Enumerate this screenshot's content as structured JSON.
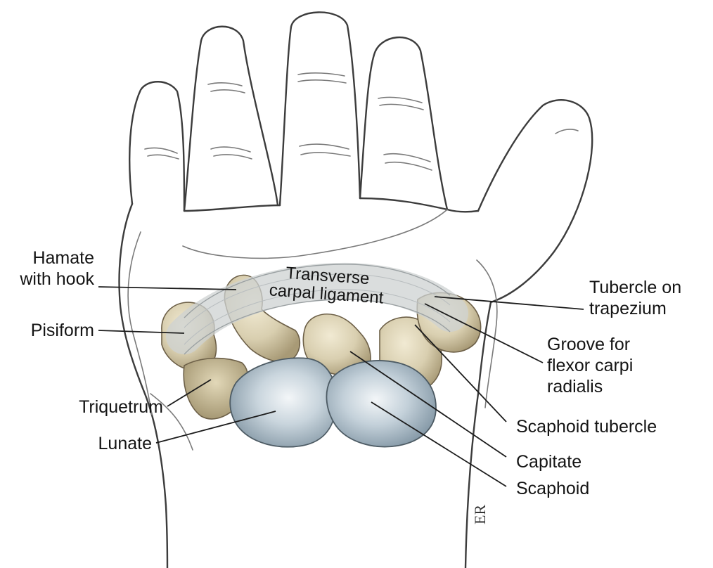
{
  "labels": {
    "hamate": "Hamate\nwith hook",
    "pisiform": "Pisiform",
    "triquetrum": "Triquetrum",
    "lunate": "Lunate",
    "ligament": "Transverse\ncarpal ligament",
    "tubercle_trapezium": "Tubercle on\ntrapezium",
    "groove_fcr": "Groove for\nflexor carpi\nradialis",
    "scaphoid_tubercle": "Scaphoid tubercle",
    "capitate": "Capitate",
    "scaphoid": "Scaphoid"
  },
  "signature": "ER",
  "colors": {
    "outline": "#3c3c3c",
    "bone_beige": "#d9cfb0",
    "bone_shadow": "#a89a76",
    "bone_blue": "#a9bac6",
    "bone_blue_highlight": "#eef3f6",
    "ligament": "#cdd1d1"
  }
}
